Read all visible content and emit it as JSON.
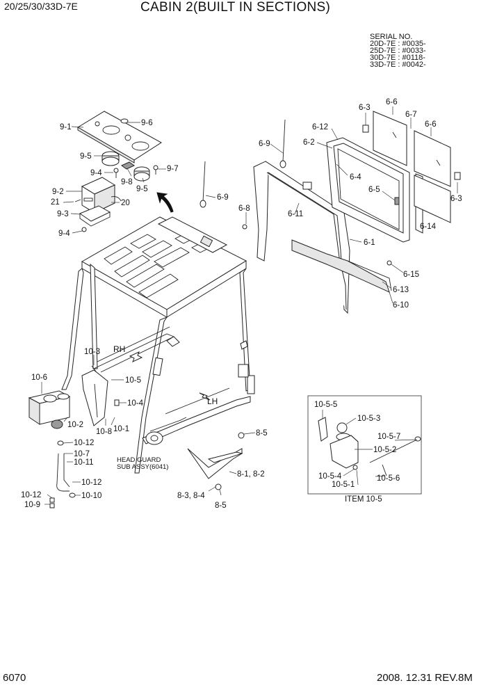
{
  "header": {
    "model": "20/25/30/33D-7E",
    "title": "CABIN 2(BUILT IN SECTIONS)"
  },
  "serial": {
    "heading": "SERIAL NO.",
    "lines": [
      "20D-7E : #0035-",
      "25D-7E : #0033-",
      "30D-7E : #0118-",
      "33D-7E : #0042-"
    ]
  },
  "labels": {
    "l_9_1": "9-1",
    "l_9_6": "9-6",
    "l_9_5a": "9-5",
    "l_9_4a": "9-4",
    "l_9_8": "9-8",
    "l_9_5b": "9-5",
    "l_9_7": "9-7",
    "l_9_2": "9-2",
    "l_21": "21",
    "l_20": "20",
    "l_9_3": "9-3",
    "l_9_4b": "9-4",
    "l_6_9a": "6-9",
    "l_6_9b": "6-9",
    "l_6_8": "6-8",
    "l_6_11": "6-11",
    "l_6_12": "6-12",
    "l_6_2": "6-2",
    "l_6_3a": "6-3",
    "l_6_6a": "6-6",
    "l_6_7": "6-7",
    "l_6_6b": "6-6",
    "l_6_4": "6-4",
    "l_6_5": "6-5",
    "l_6_3b": "6-3",
    "l_6_14": "6-14",
    "l_6_1": "6-1",
    "l_6_15": "6-15",
    "l_6_13": "6-13",
    "l_6_10": "6-10",
    "l_rh": "RH",
    "l_lh": "LH",
    "l_10_3": "10-3",
    "l_10_6": "10-6",
    "l_10_5": "10-5",
    "l_10_4": "10-4",
    "l_10_2": "10-2",
    "l_10_8": "10-8",
    "l_10_1": "10-1",
    "l_10_12a": "10-12",
    "l_10_7": "10-7",
    "l_10_11": "10-11",
    "l_10_12b": "10-12",
    "l_10_12c": "10-12",
    "l_10_10": "10-10",
    "l_10_9": "10-9",
    "l_head_guard_1": "HEAD GUARD",
    "l_head_guard_2": "SUB ASSY(6041)",
    "l_8_5a": "8-5",
    "l_8_1_8_2": "8-1, 8-2",
    "l_8_3_8_4": "8-3, 8-4",
    "l_8_5b": "8-5",
    "l_10_5_5": "10-5-5",
    "l_10_5_3": "10-5-3",
    "l_10_5_7": "10-5-7",
    "l_10_5_2": "10-5-2",
    "l_10_5_4": "10-5-4",
    "l_10_5_1": "10-5-1",
    "l_10_5_6": "10-5-6",
    "l_item_10_5": "ITEM 10-5"
  },
  "footer": {
    "page_number": "6070",
    "date_rev": "2008. 12.31  REV.8M"
  }
}
